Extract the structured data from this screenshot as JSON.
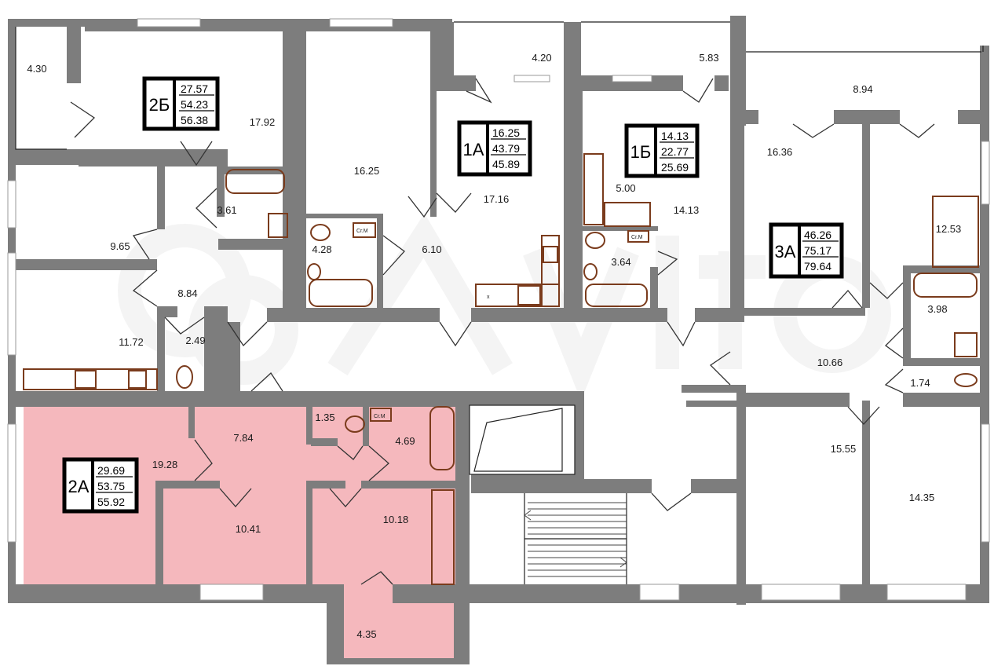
{
  "apartments": [
    {
      "id": "2b",
      "name": "2Б",
      "values": [
        "27.57",
        "54.23",
        "56.38"
      ]
    },
    {
      "id": "1a",
      "name": "1А",
      "values": [
        "16.25",
        "43.79",
        "45.89"
      ]
    },
    {
      "id": "1b",
      "name": "1Б",
      "values": [
        "14.13",
        "22.77",
        "25.69"
      ]
    },
    {
      "id": "3a",
      "name": "3А",
      "values": [
        "46.26",
        "75.17",
        "79.64"
      ]
    },
    {
      "id": "2a",
      "name": "2А",
      "values": [
        "29.69",
        "53.75",
        "55.92"
      ],
      "highlight": "#f5b8bd"
    }
  ],
  "rooms": {
    "r430": "4.30",
    "r1792": "17.92",
    "r361": "3.61",
    "r965": "9.65",
    "r884": "8.84",
    "r1172": "11.72",
    "r249": "2.49",
    "r1625b": "16.25",
    "r428": "4.28",
    "r610": "6.10",
    "r420": "4.20",
    "r1716": "17.16",
    "r583": "5.83",
    "r500": "5.00",
    "r1413": "14.13",
    "r364": "3.64",
    "r894": "8.94",
    "r1636": "16.36",
    "r1253": "12.53",
    "r398": "3.98",
    "r1066": "10.66",
    "r174": "1.74",
    "r1555": "15.55",
    "r1435": "14.35",
    "r784": "7.84",
    "r135": "1.35",
    "r469": "4.69",
    "r1928": "19.28",
    "r1041": "10.41",
    "r1018": "10.18",
    "r435": "4.35"
  },
  "fixture_text": {
    "meter": "Сг.М",
    "x": "x"
  }
}
